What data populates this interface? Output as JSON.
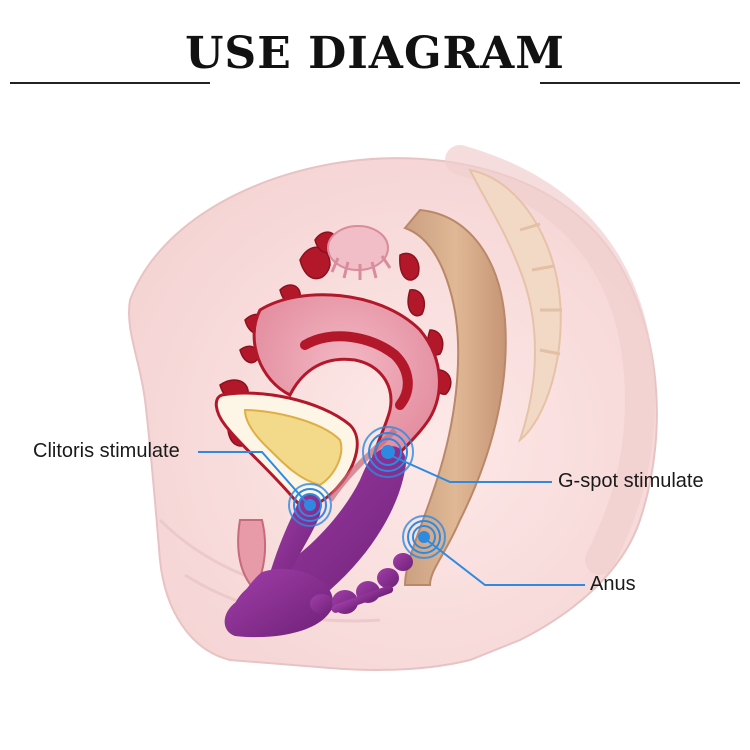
{
  "title": "USE DIAGRAM",
  "labels": {
    "clitoris": "Clitoris stimulate",
    "gspot": "G-spot stimulate",
    "anus": "Anus"
  },
  "colors": {
    "skin": "#f9e2e1",
    "skin_outline": "#e8c3c4",
    "tissue_red": "#b2182a",
    "uterus_pink": "#ec9fae",
    "bladder_yellow": "#f3d98a",
    "rectum_tan": "#d6a784",
    "device_purple": "#8b2d92",
    "pointer_blue": "#2d8ae0"
  }
}
